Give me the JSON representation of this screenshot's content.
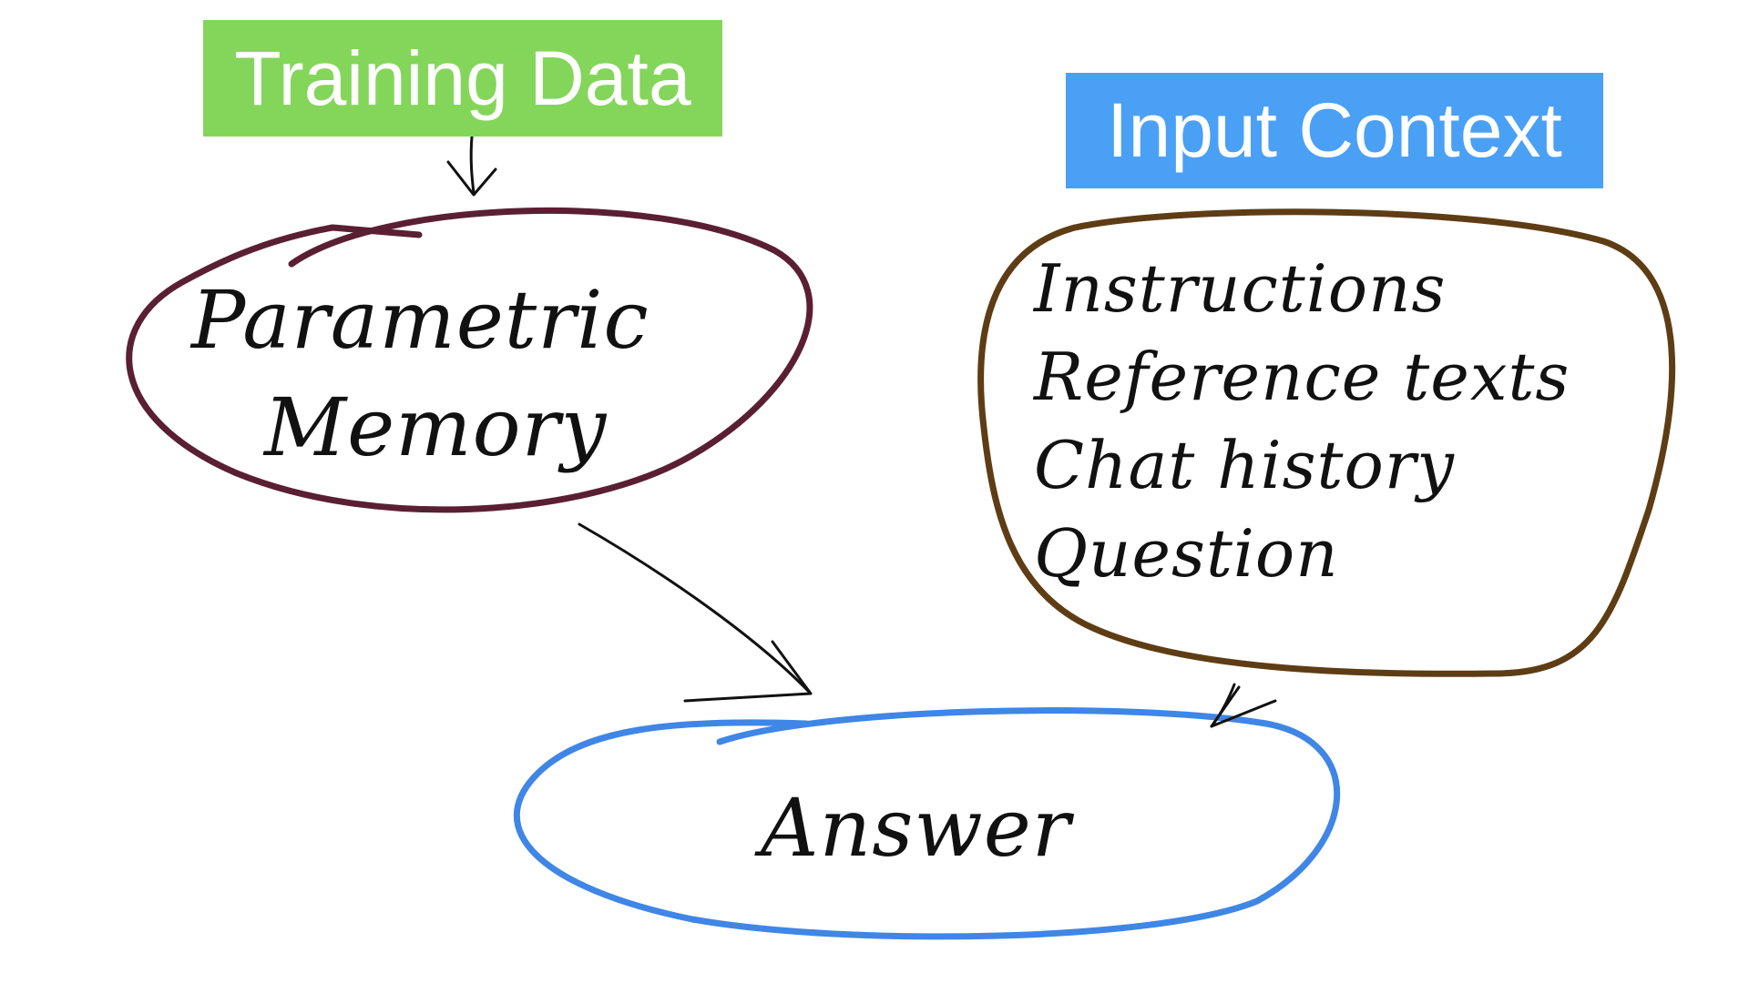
{
  "colors": {
    "training_box": "#84d65a",
    "input_box": "#4aa0f5",
    "parametric_ellipse": "#5a1f33",
    "context_blob": "#5e3d15",
    "answer_ellipse": "#3f86e6",
    "arrow": "#111111",
    "handwriting": "#111111"
  },
  "training_data": {
    "label": "Training Data"
  },
  "input_context": {
    "label": "Input Context"
  },
  "parametric_memory": {
    "line1": "Parametric",
    "line2": "Memory"
  },
  "context_items": [
    "Instructions",
    "Reference texts",
    "Chat history",
    "Question"
  ],
  "answer": {
    "label": "Answer"
  }
}
